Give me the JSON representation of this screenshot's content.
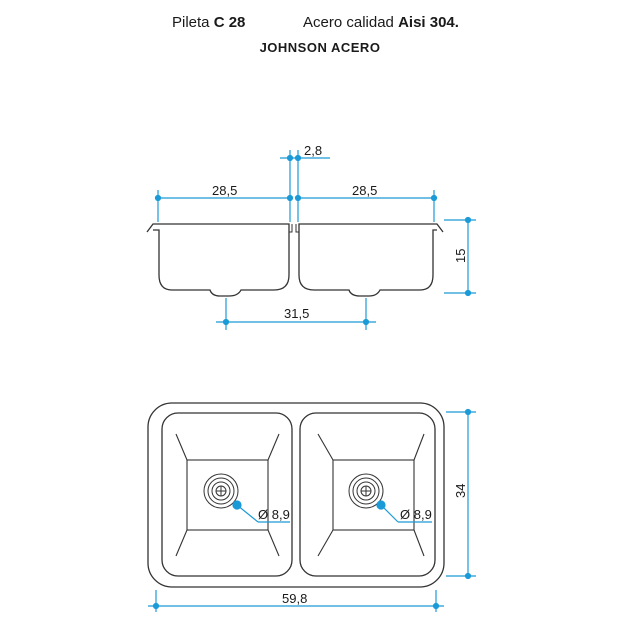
{
  "header": {
    "model_prefix": "Pileta ",
    "model_code": "C 28",
    "quality_prefix": "Acero calidad ",
    "quality_value": "Aisi 304."
  },
  "brand": "JOHNSON ACERO",
  "dimensions": {
    "gap": "2,8",
    "left_bowl_width": "28,5",
    "right_bowl_width": "28,5",
    "depth": "15",
    "drain_spacing": "31,5",
    "left_drain_diameter": "Ø 8,9",
    "right_drain_diameter": "Ø 8,9",
    "height": "34",
    "total_width": "59,8"
  },
  "colors": {
    "dimension_line": "#1a9bd7",
    "outline": "#333333"
  }
}
